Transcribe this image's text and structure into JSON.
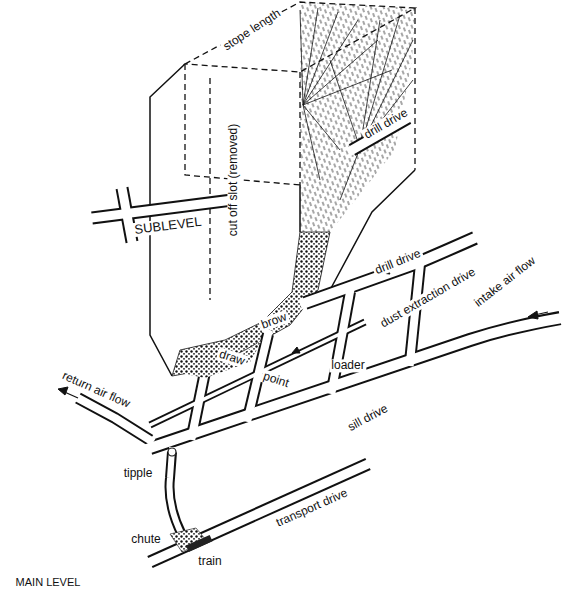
{
  "diagram": {
    "labels": [
      "stope length",
      "cut off slot (removed)",
      "drill drive",
      "SUBLEVEL",
      "drill drive",
      "dust extraction drive",
      "intake air flow",
      "brow",
      "loader",
      "draw",
      "point",
      "return air flow",
      "sill drive",
      "tipple",
      "chute",
      "train",
      "transport drive",
      "MAIN LEVEL"
    ]
  }
}
